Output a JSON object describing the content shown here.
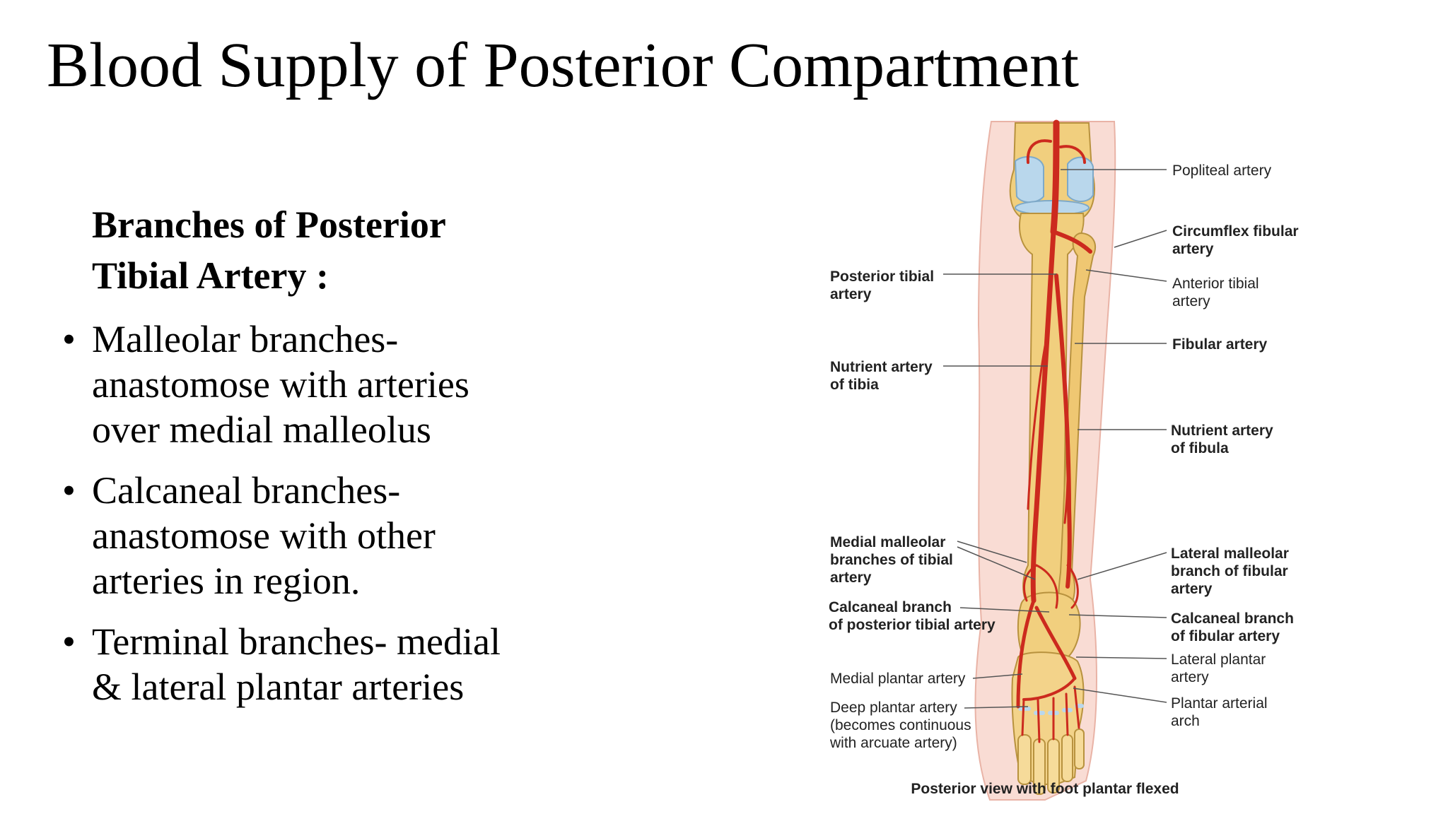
{
  "slide": {
    "title": "Blood Supply of Posterior Compartment",
    "subheading_line1": "Branches of Posterior",
    "subheading_line2": "Tibial Artery :",
    "bullets": [
      {
        "lines": [
          "Malleolar branches-",
          "anastomose with arteries",
          "over medial malleolus"
        ]
      },
      {
        "lines": [
          "Calcaneal branches-",
          "anastomose with other",
          "arteries in region."
        ]
      },
      {
        "lines": [
          "Terminal branches- medial",
          "& lateral plantar arteries"
        ]
      }
    ],
    "bullet_glyph": "•"
  },
  "figure": {
    "labels_right": {
      "popliteal": [
        "Popliteal artery"
      ],
      "circumflex": [
        "Circumflex fibular",
        "artery"
      ],
      "anterior_tibial": [
        "Anterior tibial",
        "artery"
      ],
      "fibular": [
        "Fibular artery"
      ],
      "nutrient_fibula": [
        "Nutrient artery",
        "of fibula"
      ],
      "lateral_malleolar": [
        "Lateral malleolar",
        "branch of fibular",
        "artery"
      ],
      "calcaneal_fibular": [
        "Calcaneal branch",
        "of fibular artery"
      ],
      "lateral_plantar": [
        "Lateral plantar",
        "artery"
      ],
      "plantar_arch": [
        "Plantar arterial",
        "arch"
      ]
    },
    "labels_left": {
      "posterior_tibial": [
        "Posterior tibial",
        "artery"
      ],
      "nutrient_tibia": [
        "Nutrient artery",
        "of tibia"
      ],
      "medial_malleolar": [
        "Medial malleolar",
        "branches of tibial",
        "artery"
      ],
      "calcaneal_tibial": [
        "Calcaneal branch",
        "of posterior tibial artery"
      ],
      "medial_plantar": [
        "Medial plantar artery"
      ],
      "deep_plantar": [
        "Deep plantar artery",
        "(becomes continuous",
        "with arcuate artery)"
      ]
    },
    "caption": "Posterior view with foot plantar flexed",
    "colors": {
      "bone": "#f1cf7e",
      "artery": "#cc2a1e",
      "cartilage": "#b9d7ec",
      "skin": "#f9dcd4"
    }
  }
}
